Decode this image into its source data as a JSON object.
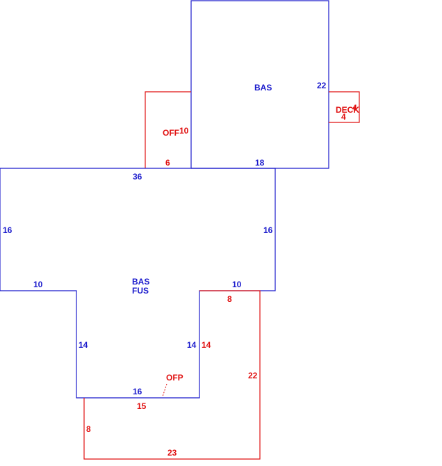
{
  "colors": {
    "main_area": "#1a1acc",
    "porch_area": "#e01010"
  },
  "areas": {
    "bas_upper": "BAS",
    "bas_lower_1": "BAS",
    "bas_lower_2": "FUS",
    "offp_upper": "OFF",
    "offp_lower": "OFP",
    "deck": "DECK"
  },
  "dimensions": {
    "bas_upper_right": "22",
    "bas_upper_bottom": "18",
    "offp_upper_right": "10",
    "offp_upper_bottom": "6",
    "deck_bottom": "4",
    "deck_right": "4",
    "main_top": "36",
    "main_left": "16",
    "main_right": "16",
    "main_lower_left_step": "10",
    "main_lower_right_step": "10",
    "stem_left": "14",
    "stem_right": "14",
    "stem_bottom": "16",
    "porch_top": "8",
    "porch_left_inner": "14",
    "porch_right": "22",
    "porch_step": "15",
    "porch_left": "8",
    "porch_bottom": "23"
  }
}
